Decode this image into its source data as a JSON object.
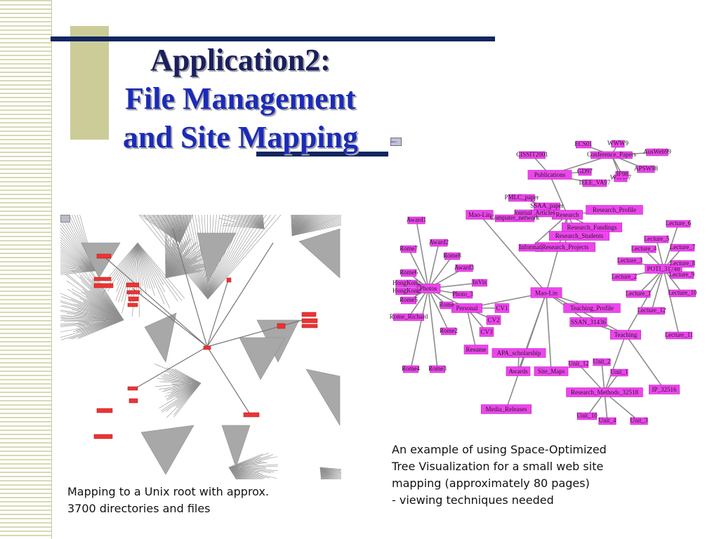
{
  "slide": {
    "title_line1": "Application2:",
    "title_line2": "File Management",
    "title_line3": "and Site Mapping",
    "menu_chip": "Menu"
  },
  "left_panel": {
    "caption_line1": "Mapping to a Unix root with approx.",
    "caption_line2": "3700 directories and files"
  },
  "right_panel": {
    "caption_line1": "An example of using Space-Optimized",
    "caption_line2": "Tree Visualization for a small web site",
    "caption_line3": "mapping (approximately 80 pages)",
    "caption_line4": "- viewing techniques needed",
    "nodes": [
      {
        "id": "mao-lin-center",
        "label": "Mao-Lin"
      },
      {
        "id": "research",
        "label": "Research"
      },
      {
        "id": "mao-lin-top",
        "label": "Mao-Lin"
      },
      {
        "id": "publications",
        "label": "Publications"
      },
      {
        "id": "conference-papers",
        "label": "Conference_Papers"
      },
      {
        "id": "research-profile",
        "label": "Research_Profile"
      },
      {
        "id": "research-fundings",
        "label": "Research_Fundings"
      },
      {
        "id": "research-students",
        "label": "Research_Students"
      },
      {
        "id": "research-projects",
        "label": "Research_Projects"
      },
      {
        "id": "teaching",
        "label": "Teaching"
      },
      {
        "id": "teaching-profile",
        "label": "Teaching_Profile"
      },
      {
        "id": "ssan",
        "label": "SSAN_31436"
      },
      {
        "id": "poti",
        "label": "POTI_31748"
      },
      {
        "id": "research-methods",
        "label": "Research_Methods_32518"
      },
      {
        "id": "ip",
        "label": "IP_32516"
      },
      {
        "id": "personal",
        "label": "Personal"
      },
      {
        "id": "photos",
        "label": "Photos"
      },
      {
        "id": "cv1",
        "label": "CV1"
      },
      {
        "id": "cv2",
        "label": "CV2"
      },
      {
        "id": "cv3",
        "label": "CV3"
      },
      {
        "id": "resume",
        "label": "Resume"
      },
      {
        "id": "awards",
        "label": "Awards"
      },
      {
        "id": "site-maps",
        "label": "Site_Maps"
      },
      {
        "id": "apa",
        "label": "APA_scholarship"
      },
      {
        "id": "media",
        "label": "Media_Releases"
      },
      {
        "id": "award1",
        "label": "Award1"
      },
      {
        "id": "award2",
        "label": "Award2"
      },
      {
        "id": "award3",
        "label": "Award3"
      },
      {
        "id": "rome7",
        "label": "Rome7"
      },
      {
        "id": "rome8",
        "label": "Rome8"
      },
      {
        "id": "rome6",
        "label": "Rome6"
      },
      {
        "id": "hongkong1",
        "label": "HongKong"
      },
      {
        "id": "hongkong2",
        "label": "HongKong"
      },
      {
        "id": "rome5",
        "label": "Rome5"
      },
      {
        "id": "rome-richard",
        "label": "Rome_Richard"
      },
      {
        "id": "rome4",
        "label": "Rome4"
      },
      {
        "id": "rome3",
        "label": "Rome3"
      },
      {
        "id": "rome2",
        "label": "Rome2"
      },
      {
        "id": "rome1",
        "label": "Rome"
      },
      {
        "id": "invis",
        "label": "InVis"
      },
      {
        "id": "photo3",
        "label": "Photo_3"
      },
      {
        "id": "lecture6",
        "label": "Lecture_6"
      },
      {
        "id": "lecture5",
        "label": "Lecture_5"
      },
      {
        "id": "lecture7",
        "label": "Lecture_7"
      },
      {
        "id": "lecture4",
        "label": "Lecture_4"
      },
      {
        "id": "lecture3",
        "label": "Lecture_3"
      },
      {
        "id": "lecture8",
        "label": "Lecture_8"
      },
      {
        "id": "lecture2",
        "label": "Lecture_2"
      },
      {
        "id": "lecture9",
        "label": "Lecture_9"
      },
      {
        "id": "lecture1",
        "label": "Lecture_1"
      },
      {
        "id": "lecture10",
        "label": "Lecture_10"
      },
      {
        "id": "lecture12",
        "label": "Lecture_12"
      },
      {
        "id": "lecture11",
        "label": "Lecture_11"
      },
      {
        "id": "unit12",
        "label": "Unit_12"
      },
      {
        "id": "unit2",
        "label": "Unit_2"
      },
      {
        "id": "unit1",
        "label": "Unit_1"
      },
      {
        "id": "unit10",
        "label": "Unit_10"
      },
      {
        "id": "unit4",
        "label": "Unit_4"
      },
      {
        "id": "unit3",
        "label": "Unit_3"
      },
      {
        "id": "journal",
        "label": "Journal_Articles"
      },
      {
        "id": "computer",
        "label": "Computer_network"
      },
      {
        "id": "pmlc",
        "label": "PMLC_paper"
      },
      {
        "id": "ssaa",
        "label": "SSAA_paper"
      },
      {
        "id": "informat",
        "label": "Informati"
      },
      {
        "id": "cissit",
        "label": "CISSIT2001"
      },
      {
        "id": "ieee",
        "label": "IEEE_VA97"
      },
      {
        "id": "gd97",
        "label": "GD97"
      },
      {
        "id": "www7",
        "label": "WWW7"
      },
      {
        "id": "if98",
        "label": "IF98"
      },
      {
        "id": "apsw",
        "label": "APSW98"
      },
      {
        "id": "ausweb",
        "label": "AusWeb99"
      },
      {
        "id": "ecs01",
        "label": "ECS01"
      },
      {
        "id": "www9",
        "label": "WWW9"
      }
    ]
  }
}
